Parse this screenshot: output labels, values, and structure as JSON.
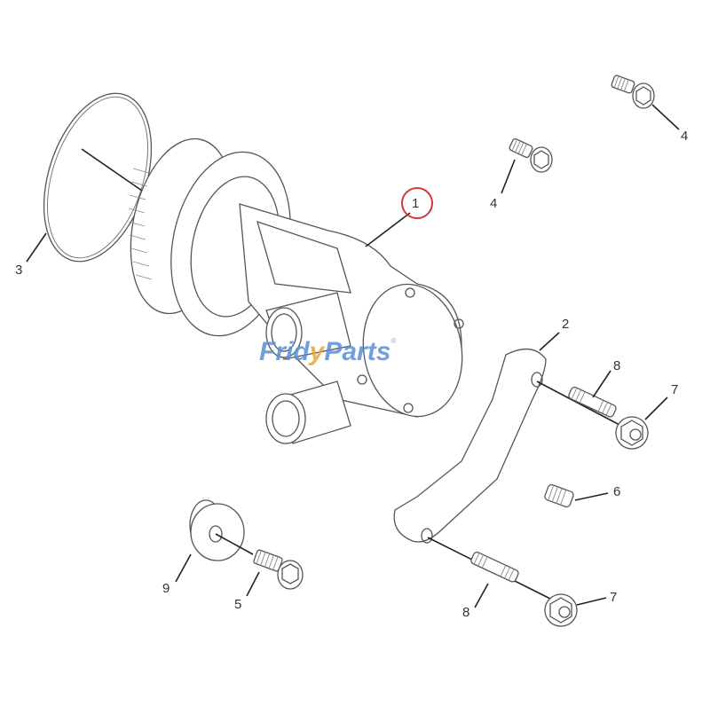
{
  "diagram": {
    "type": "exploded-parts-view",
    "subject": "water pump assembly",
    "highlighted_callout": "1",
    "highlight_color": "#d9333b",
    "line_color": "#555555"
  },
  "watermark": {
    "part1": "Frid",
    "part2": "y",
    "part3": "Parts",
    "registered": "®",
    "blue": "#5a8fd6",
    "orange": "#e8a53a"
  },
  "callouts": [
    {
      "id": "c1",
      "label": "1",
      "part": "water pump"
    },
    {
      "id": "c2",
      "label": "2",
      "part": "bracket"
    },
    {
      "id": "c3",
      "label": "3",
      "part": "o-ring seal"
    },
    {
      "id": "c4a",
      "label": "4",
      "part": "bolt (upper right)"
    },
    {
      "id": "c4b",
      "label": "4",
      "part": "bolt (middle)"
    },
    {
      "id": "c5",
      "label": "5",
      "part": "bolt"
    },
    {
      "id": "c6",
      "label": "6",
      "part": "set screw"
    },
    {
      "id": "c7a",
      "label": "7",
      "part": "flange nut (upper)"
    },
    {
      "id": "c7b",
      "label": "7",
      "part": "flange nut (lower)"
    },
    {
      "id": "c8a",
      "label": "8",
      "part": "stud (upper)"
    },
    {
      "id": "c8b",
      "label": "8",
      "part": "stud (lower)"
    },
    {
      "id": "c9",
      "label": "9",
      "part": "isolator mount"
    }
  ]
}
